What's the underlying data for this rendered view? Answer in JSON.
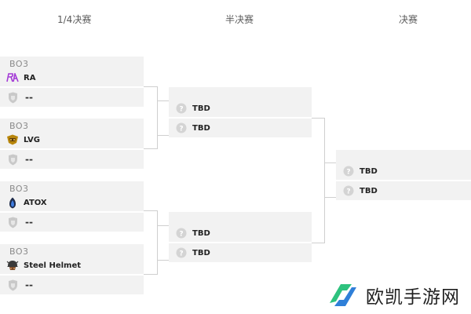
{
  "headers": {
    "quarterfinal": "1/4决赛",
    "semifinal": "半决赛",
    "final": "决赛"
  },
  "quarterfinals": [
    {
      "format": "BO3",
      "team1": {
        "name": "RA",
        "icon": "ra-logo-icon"
      },
      "team2": {
        "name": "--",
        "icon": "shield-placeholder-icon"
      }
    },
    {
      "format": "BO3",
      "team1": {
        "name": "LVG",
        "icon": "lvg-logo-icon"
      },
      "team2": {
        "name": "--",
        "icon": "shield-placeholder-icon"
      }
    },
    {
      "format": "BO3",
      "team1": {
        "name": "ATOX",
        "icon": "atox-logo-icon"
      },
      "team2": {
        "name": "--",
        "icon": "shield-placeholder-icon"
      }
    },
    {
      "format": "BO3",
      "team1": {
        "name": "Steel Helmet",
        "icon": "steel-helmet-logo-icon"
      },
      "team2": {
        "name": "--",
        "icon": "shield-placeholder-icon"
      }
    }
  ],
  "semifinals": [
    {
      "team1": {
        "name": "TBD",
        "icon": "question-mark-icon"
      },
      "team2": {
        "name": "TBD",
        "icon": "question-mark-icon"
      }
    },
    {
      "team1": {
        "name": "TBD",
        "icon": "question-mark-icon"
      },
      "team2": {
        "name": "TBD",
        "icon": "question-mark-icon"
      }
    }
  ],
  "final": {
    "team1": {
      "name": "TBD",
      "icon": "question-mark-icon"
    },
    "team2": {
      "name": "TBD",
      "icon": "question-mark-icon"
    }
  },
  "watermark": {
    "text": "欧凯手游网",
    "icon": "brand-logo-icon",
    "colors": {
      "green": "#2ec27e",
      "blue": "#2f7fd8"
    }
  }
}
